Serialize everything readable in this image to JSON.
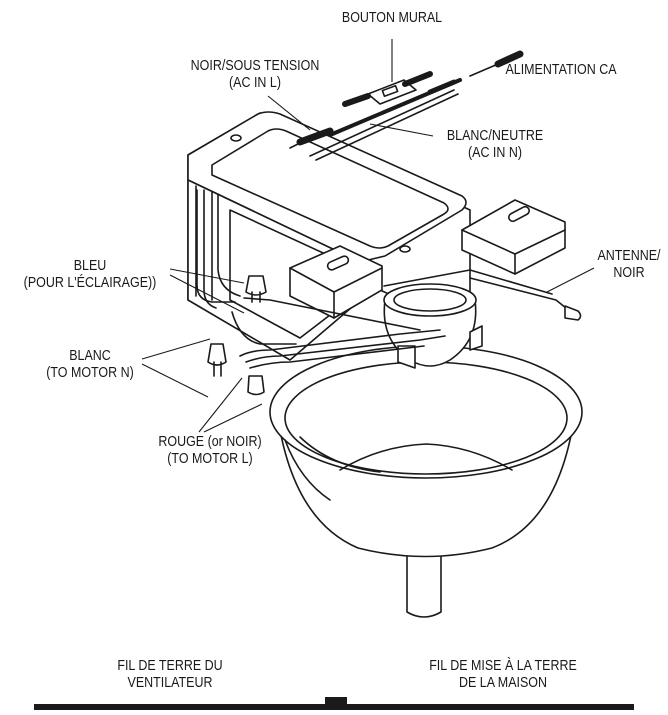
{
  "labels": {
    "wall_switch": "BOUTON MURAL",
    "black_hot_1": "NOIR/SOUS TENSION",
    "black_hot_2": "(AC IN L)",
    "ac_supply": "ALIMENTATION CA",
    "white_neutral_1": "BLANC/NEUTRE",
    "white_neutral_2": "(AC IN N)",
    "antenna_1": "ANTENNE/",
    "antenna_2": "NOIR",
    "blue_1": "BLEU",
    "blue_2": "(POUR L'ÉCLAIRAGE))",
    "white_motor_1": "BLANC",
    "white_motor_2": "(TO MOTOR N)",
    "red_1": "ROUGE (or NOIR)",
    "red_2": "(TO MOTOR L)",
    "fan_ground_1": "FIL DE TERRE DU",
    "fan_ground_2": "VENTILATEUR",
    "house_ground_1": "FIL DE MISE À LA TERRE",
    "house_ground_2": "DE LA MAISON"
  },
  "colors": {
    "ink": "#1a1a1a",
    "paper": "#ffffff"
  }
}
